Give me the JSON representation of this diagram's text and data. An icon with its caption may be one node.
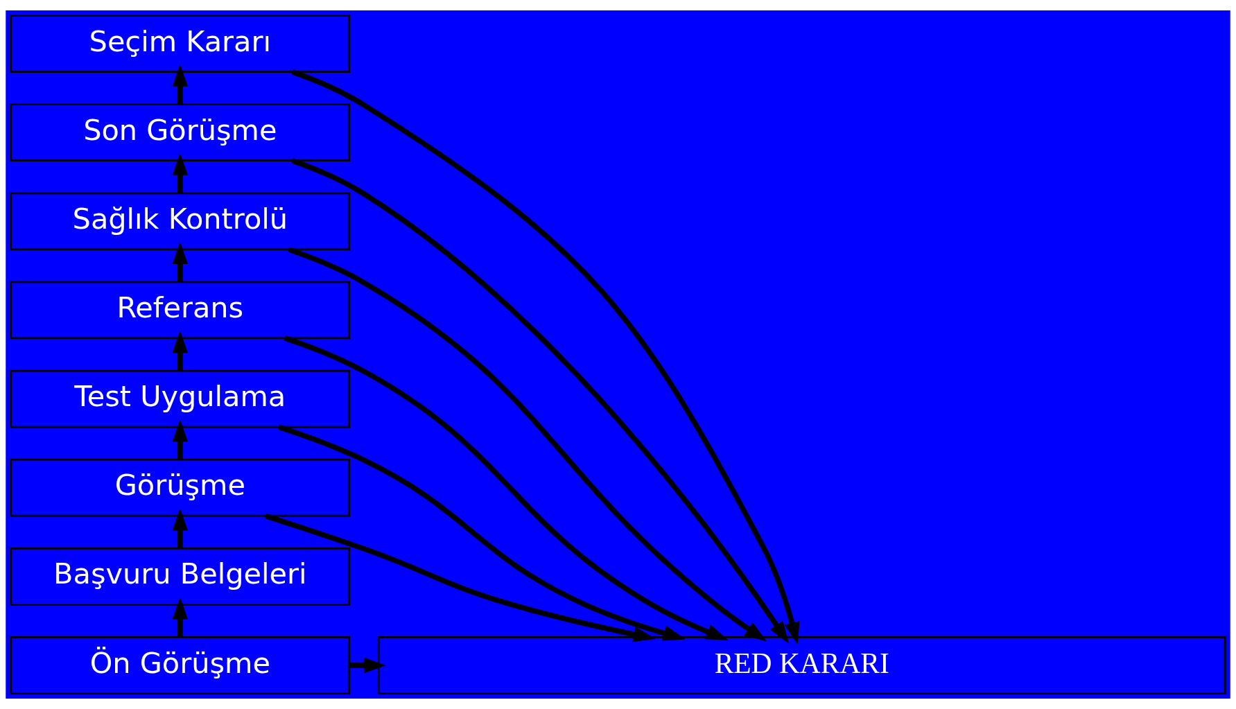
{
  "diagram": {
    "nodes": [
      {
        "text": [
          "Ön Görüşme"
        ]
      },
      {
        "text": [
          "Başvuru Belgeleri"
        ]
      },
      {
        "text": [
          "Görüşme"
        ]
      },
      {
        "text": [
          "Test Uygulama"
        ]
      },
      {
        "text": [
          "Referans"
        ]
      },
      {
        "text": [
          "Sağlık Kontrolü"
        ]
      },
      {
        "text": [
          "Son Görüşme"
        ]
      },
      {
        "text": [
          "Seçim Kararı"
        ]
      },
      {
        "text": [
          "RED KARARI"
        ]
      }
    ],
    "edges": [
      {
        "from": 0,
        "to": 1,
        "arrow": "to"
      },
      {
        "from": 1,
        "to": 2,
        "arrow": "to"
      },
      {
        "from": 2,
        "to": 3,
        "arrow": "to"
      },
      {
        "from": 3,
        "to": 4,
        "arrow": "to"
      },
      {
        "from": 4,
        "to": 5,
        "arrow": "to"
      },
      {
        "from": 5,
        "to": 6,
        "arrow": "to"
      },
      {
        "from": 6,
        "to": 7,
        "arrow": "to"
      },
      {
        "from": 0,
        "to": 8,
        "arrow": "to"
      },
      {
        "from": 2,
        "to": 8,
        "arrow": "to"
      },
      {
        "from": 3,
        "to": 8,
        "arrow": "to"
      },
      {
        "from": 4,
        "to": 8,
        "arrow": "to"
      },
      {
        "from": 5,
        "to": 8,
        "arrow": "to"
      },
      {
        "from": 6,
        "to": 8,
        "arrow": "to"
      },
      {
        "from": 7,
        "to": 8,
        "arrow": "to"
      }
    ]
  }
}
